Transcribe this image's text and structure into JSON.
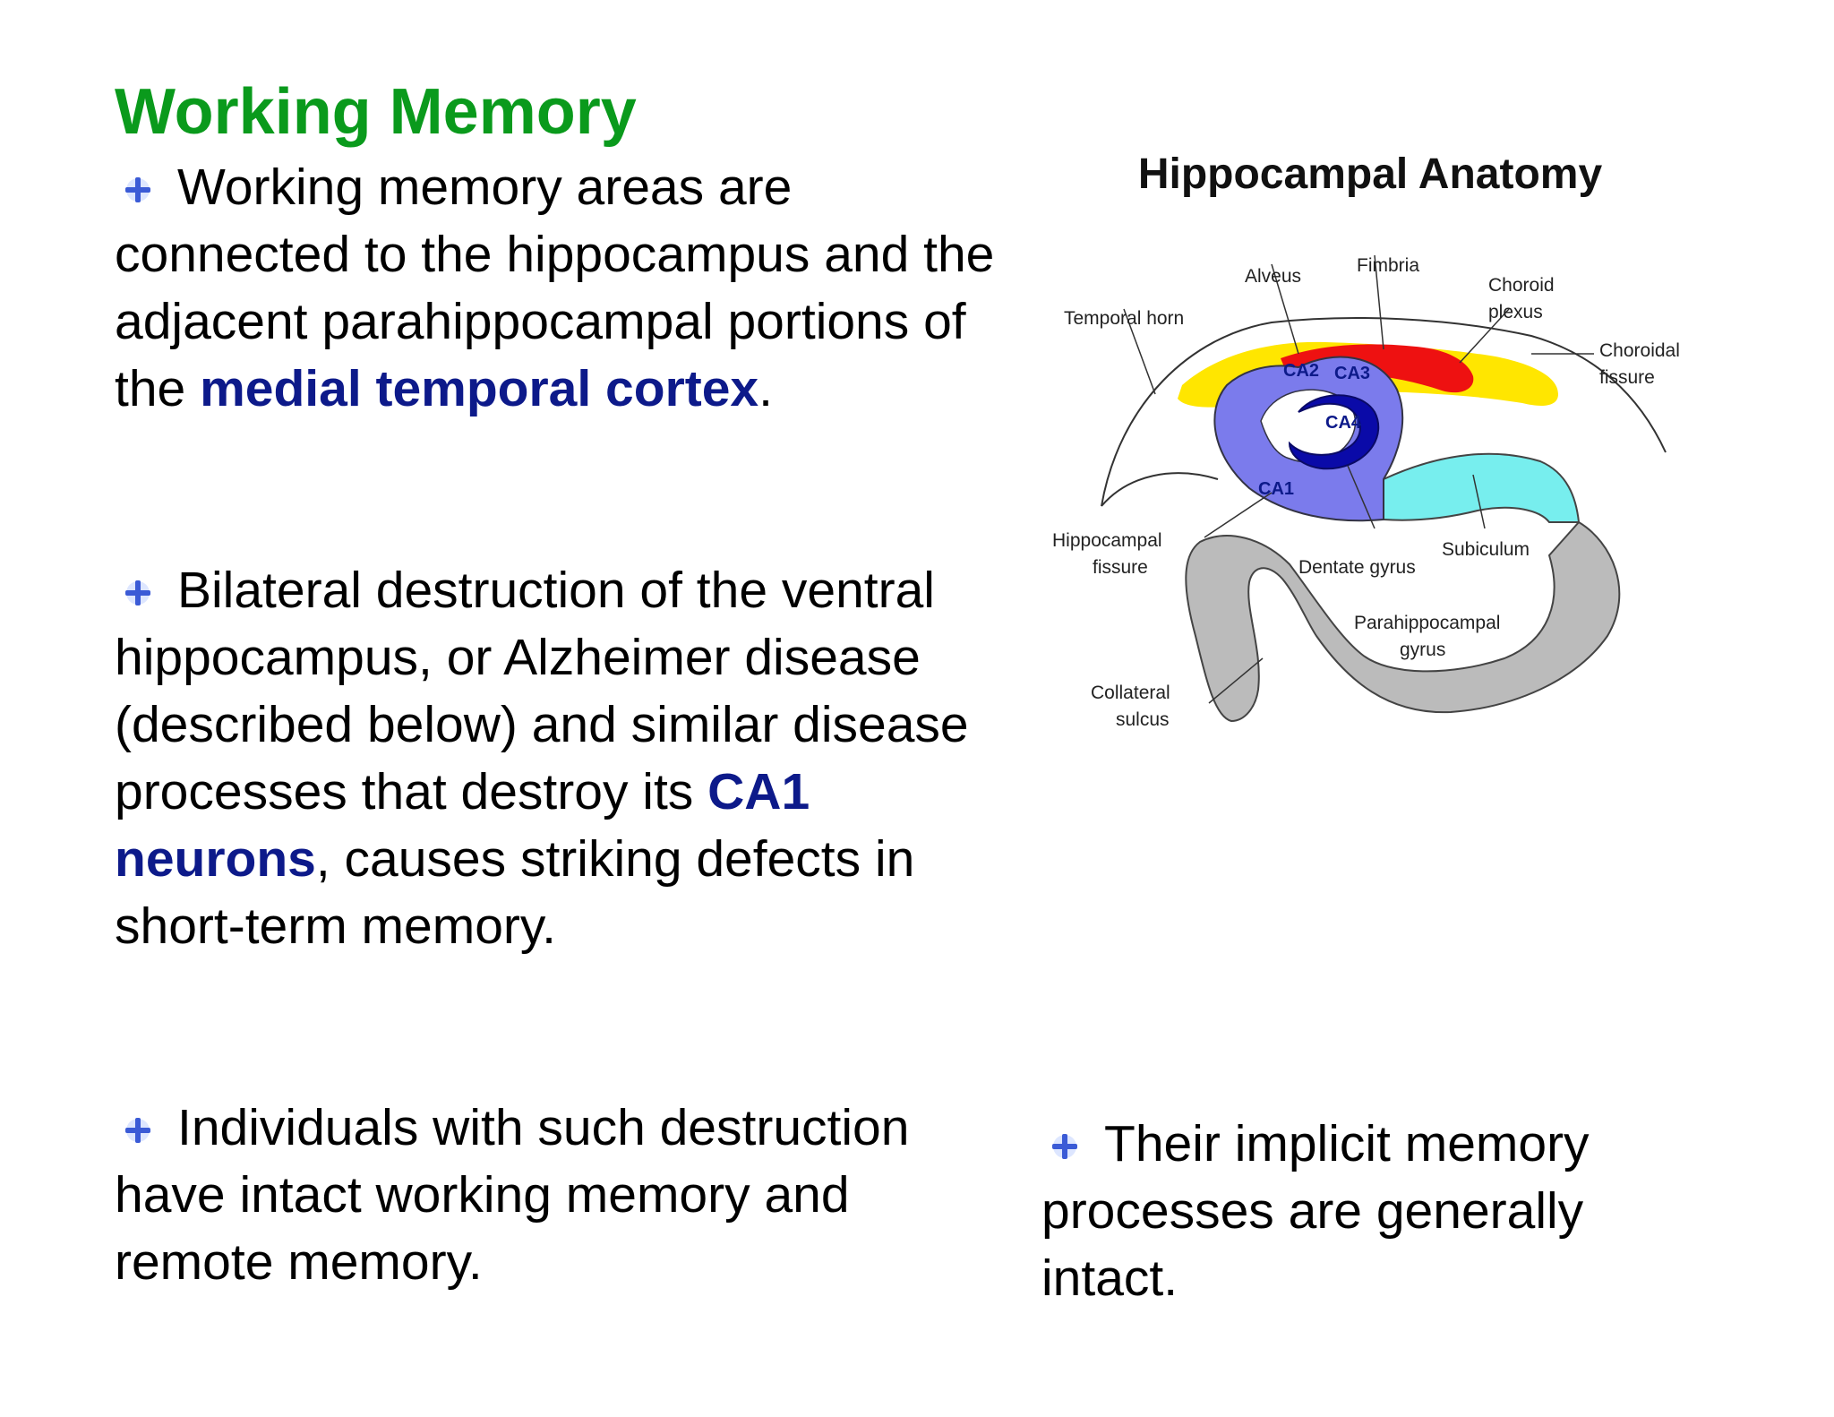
{
  "slide": {
    "title": "Working Memory",
    "bullets": [
      {
        "pre": "Working memory areas are connected to the hippocampus and the adjacent parahippocampal portions of the ",
        "highlight": "medial temporal cortex",
        "post": "."
      },
      {
        "pre": "Bilateral destruction of the ventral hippocampus, or Alzheimer disease (described below) and similar disease processes that destroy its ",
        "highlight": "CA1 neurons",
        "post": ", causes striking defects in short-term memory."
      },
      {
        "text": "Individuals with such destruction have intact working memory  and remote memory."
      },
      {
        "text": "Their implicit memory processes are generally intact."
      }
    ]
  },
  "figure": {
    "title": "Hippocampal Anatomy",
    "labels": {
      "alveus": "Alveus",
      "fimbria": "Fimbria",
      "choroid_1": "Choroid",
      "choroid_2": "plexus",
      "temporal_horn": "Temporal horn",
      "choroidal_1": "Choroidal",
      "choroidal_2": "fissure",
      "ca2": "CA2",
      "ca3": "CA3",
      "ca4": "CA4",
      "ca1": "CA1",
      "hippo_fissure_1": "Hippocampal",
      "hippo_fissure_2": "fissure",
      "dentate_gyrus": "Dentate gyrus",
      "subiculum": "Subiculum",
      "parahippo_1": "Parahippocampal",
      "parahippo_2": "gyrus",
      "collateral_1": "Collateral",
      "collateral_2": "sulcus"
    },
    "colors": {
      "ca_fields": "#7b7bec",
      "dentate": "#0a0aa8",
      "fimbria": "#ee1111",
      "choroid": "#ffe600",
      "subiculum": "#77eeee",
      "parahippocampal": "#bbbbbb"
    }
  }
}
